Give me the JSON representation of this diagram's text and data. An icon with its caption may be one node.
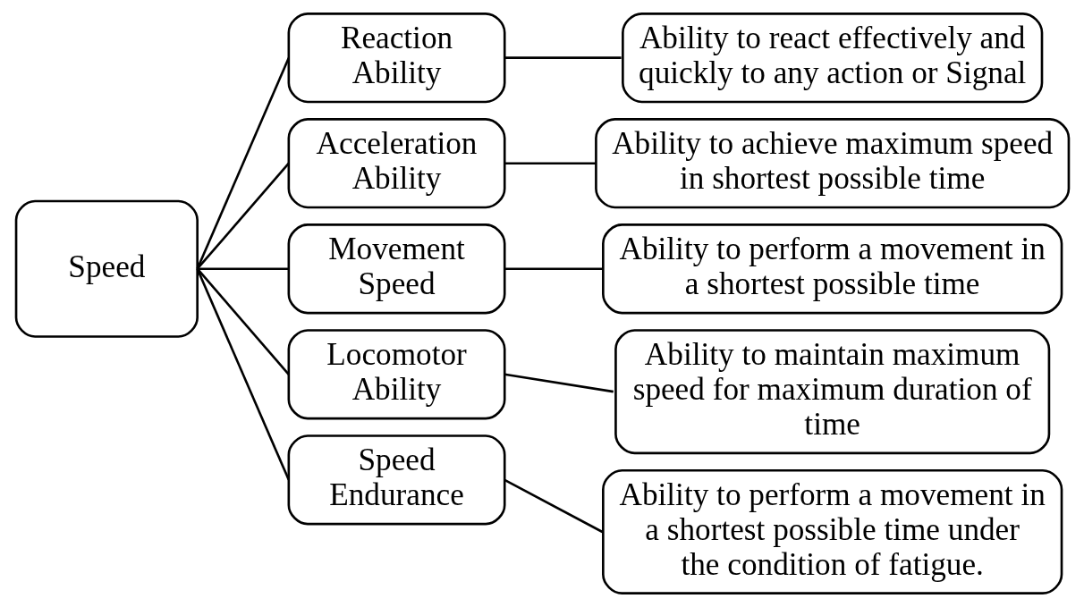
{
  "diagram": {
    "nodes": [
      {
        "text": [
          "Speed"
        ]
      },
      {
        "text": [
          "Reaction Ability"
        ]
      },
      {
        "text": [
          "Ability to react effectively and quickly to any action or Signal"
        ]
      },
      {
        "text": [
          "Acceleration Ability"
        ]
      },
      {
        "text": [
          "Ability to achieve maximum speed in shortest possible time"
        ]
      },
      {
        "text": [
          "Movement Speed"
        ]
      },
      {
        "text": [
          "Ability to perform a movement in a shortest possible time"
        ]
      },
      {
        "text": [
          "Locomotor Ability"
        ]
      },
      {
        "text": [
          "Ability to maintain maximum speed for maximum duration of time"
        ]
      },
      {
        "text": [
          "Speed Endurance"
        ]
      },
      {
        "text": [
          "Ability to perform a movement in a shortest possible time under the condition of fatigue."
        ]
      }
    ],
    "edges": [
      {
        "from": 0,
        "to": 1,
        "arrow": "none"
      },
      {
        "from": 0,
        "to": 3,
        "arrow": "none"
      },
      {
        "from": 0,
        "to": 5,
        "arrow": "none"
      },
      {
        "from": 0,
        "to": 7,
        "arrow": "none"
      },
      {
        "from": 0,
        "to": 9,
        "arrow": "none"
      },
      {
        "from": 1,
        "to": 2,
        "arrow": "none"
      },
      {
        "from": 3,
        "to": 4,
        "arrow": "none"
      },
      {
        "from": 5,
        "to": 6,
        "arrow": "none"
      },
      {
        "from": 7,
        "to": 8,
        "arrow": "none"
      },
      {
        "from": 9,
        "to": 10,
        "arrow": "none"
      }
    ]
  }
}
